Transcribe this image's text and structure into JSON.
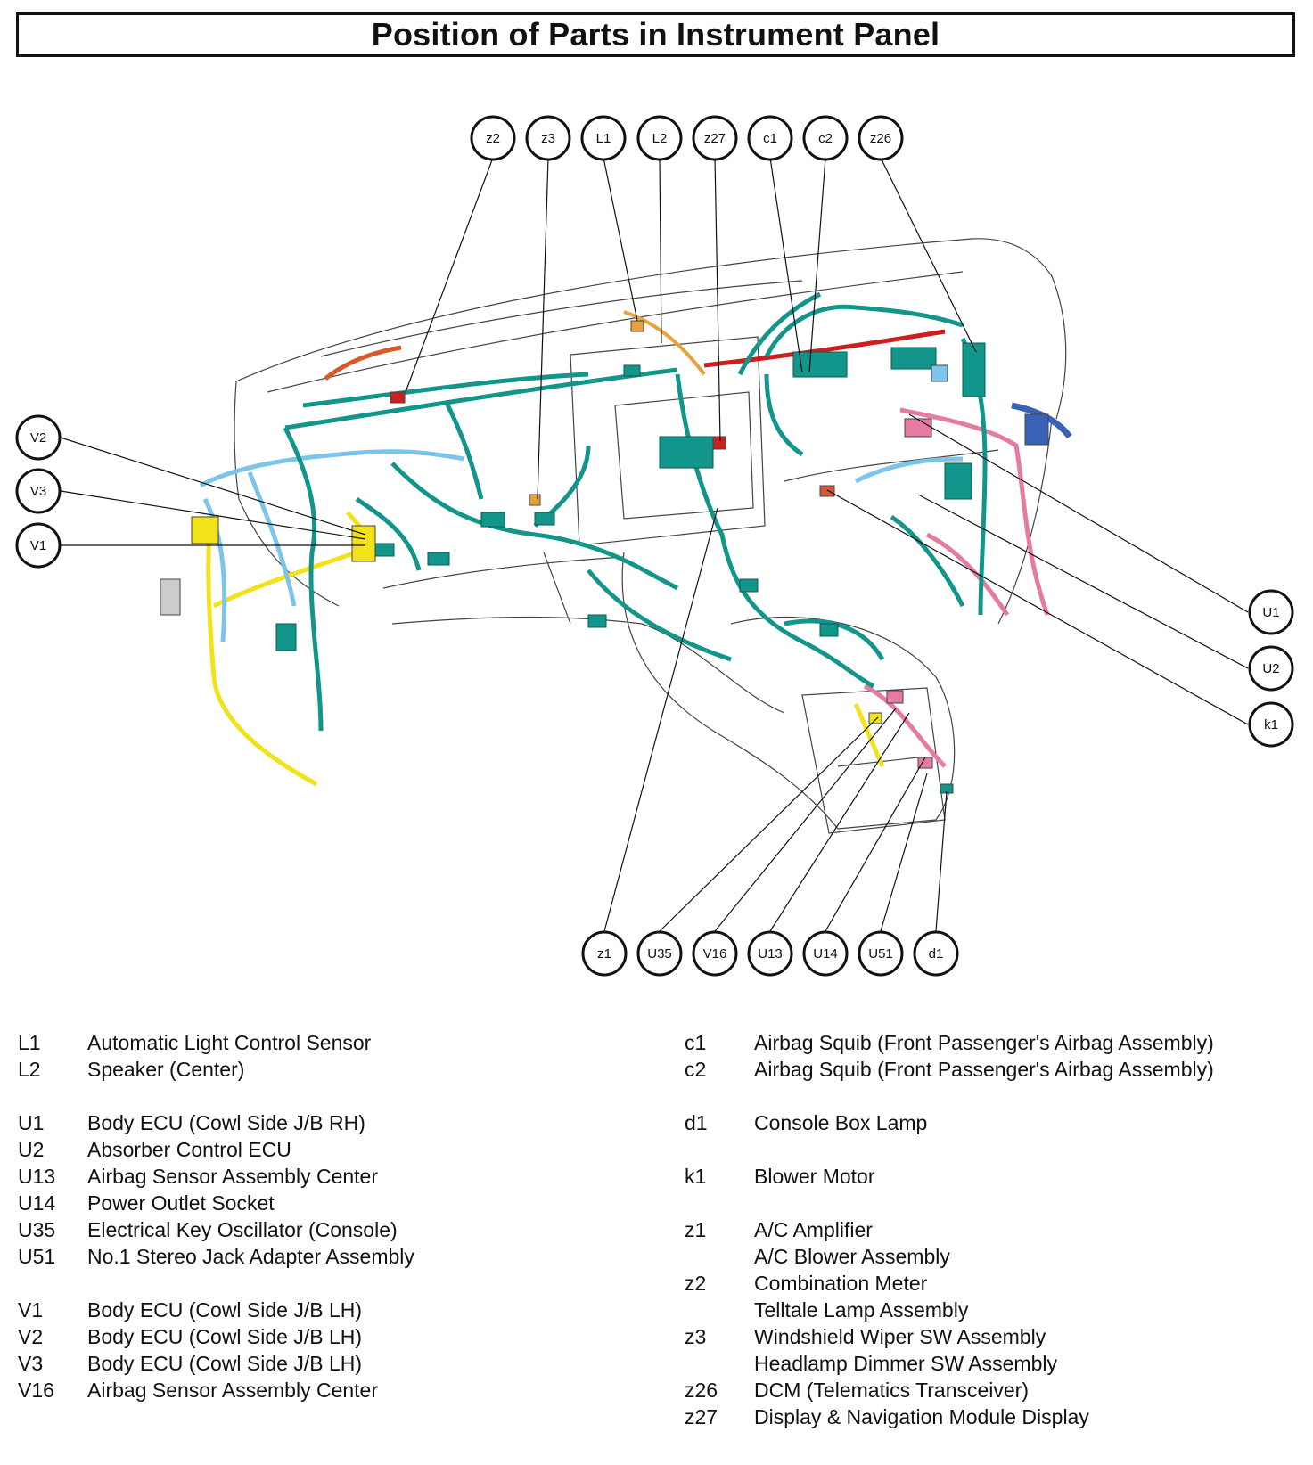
{
  "title": "Position of Parts in Instrument Panel",
  "colors": {
    "harness_main": "#12958a",
    "harness_light_blue": "#7cc4ea",
    "harness_yellow": "#f2e21a",
    "harness_pink": "#e57aa3",
    "harness_red": "#cc2020",
    "harness_orange": "#e9a23b",
    "harness_blue": "#3a63b8",
    "outline": "#444444"
  },
  "callouts": {
    "top": [
      "z2",
      "z3",
      "L1",
      "L2",
      "z27",
      "c1",
      "c2",
      "z26"
    ],
    "left": [
      "V2",
      "V3",
      "V1"
    ],
    "right": [
      "U1",
      "U2",
      "k1"
    ],
    "bottom": [
      "z1",
      "U35",
      "V16",
      "U13",
      "U14",
      "U51",
      "d1"
    ]
  },
  "legend_left": [
    {
      "code": "L1",
      "name": "Automatic Light Control Sensor"
    },
    {
      "code": "L2",
      "name": "Speaker (Center)"
    },
    {
      "gap": true
    },
    {
      "code": "U1",
      "name": "Body ECU (Cowl Side J/B RH)"
    },
    {
      "code": "U2",
      "name": "Absorber Control ECU"
    },
    {
      "code": "U13",
      "name": "Airbag Sensor Assembly Center"
    },
    {
      "code": "U14",
      "name": "Power Outlet Socket"
    },
    {
      "code": "U35",
      "name": "Electrical Key Oscillator (Console)"
    },
    {
      "code": "U51",
      "name": "No.1 Stereo Jack Adapter Assembly"
    },
    {
      "gap": true
    },
    {
      "code": "V1",
      "name": "Body ECU (Cowl Side J/B LH)"
    },
    {
      "code": "V2",
      "name": "Body ECU (Cowl Side J/B LH)"
    },
    {
      "code": "V3",
      "name": "Body ECU (Cowl Side J/B LH)"
    },
    {
      "code": "V16",
      "name": "Airbag Sensor Assembly Center"
    }
  ],
  "legend_right": [
    {
      "code": "c1",
      "name": "Airbag Squib (Front Passenger's Airbag Assembly)"
    },
    {
      "code": "c2",
      "name": "Airbag Squib (Front Passenger's Airbag Assembly)"
    },
    {
      "gap": true
    },
    {
      "code": "d1",
      "name": "Console Box Lamp"
    },
    {
      "gap": true
    },
    {
      "code": "k1",
      "name": "Blower Motor"
    },
    {
      "gap": true
    },
    {
      "code": "z1",
      "name": "A/C Amplifier"
    },
    {
      "code": "",
      "name": "A/C Blower Assembly"
    },
    {
      "code": "z2",
      "name": "Combination Meter"
    },
    {
      "code": "",
      "name": "Telltale Lamp Assembly"
    },
    {
      "code": "z3",
      "name": "Windshield Wiper SW Assembly"
    },
    {
      "code": "",
      "name": "Headlamp Dimmer SW Assembly"
    },
    {
      "code": "z26",
      "name": "DCM (Telematics Transceiver)"
    },
    {
      "code": "z27",
      "name": "Display & Navigation Module Display"
    }
  ]
}
